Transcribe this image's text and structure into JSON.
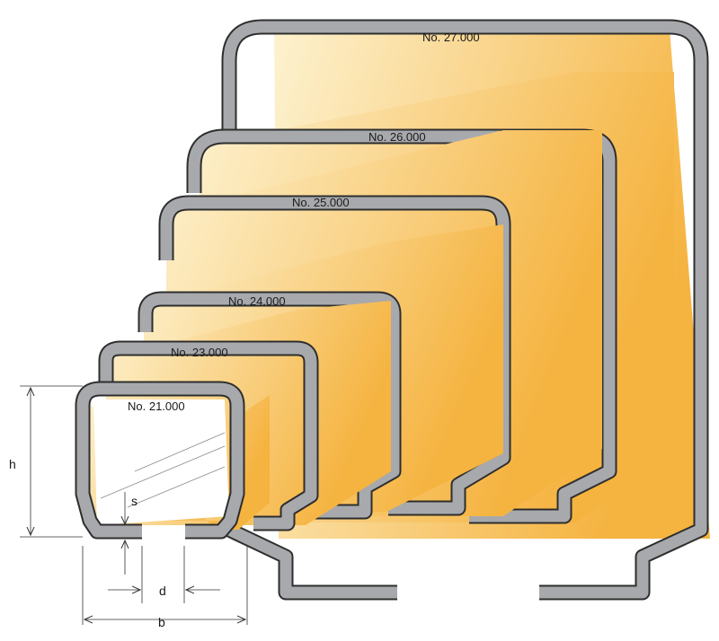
{
  "diagram": {
    "colors": {
      "profile_fill": "#a7a9ac",
      "profile_outline": "#2e2e2e",
      "body_light": "#fdf2cf",
      "body_dark": "#f5b33f",
      "dimension_line": "#333333",
      "background": "#ffffff"
    },
    "profiles": [
      {
        "id": "p27",
        "label": "No. 27.000"
      },
      {
        "id": "p26",
        "label": "No. 26.000"
      },
      {
        "id": "p25",
        "label": "No. 25.000"
      },
      {
        "id": "p24",
        "label": "No. 24.000"
      },
      {
        "id": "p23",
        "label": "No. 23.000"
      },
      {
        "id": "p21",
        "label": "No. 21.000"
      }
    ],
    "dimensions": {
      "height_label": "h",
      "thickness_label": "s",
      "opening_label": "d",
      "width_label": "b"
    }
  }
}
